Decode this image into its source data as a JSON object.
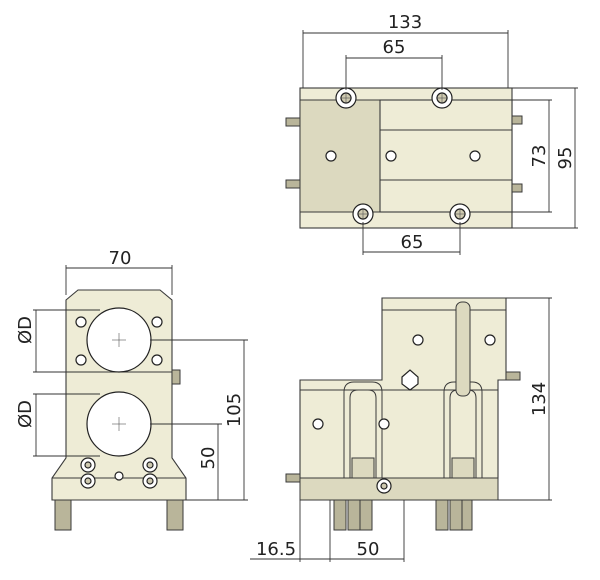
{
  "dimensions": {
    "top_width": "133",
    "top_bolt_spacing": "65",
    "bottom_bolt_spacing": "65",
    "height_inner": "73",
    "height_outer": "95",
    "front_width": "70",
    "bore_diameter_top": "ØD",
    "bore_diameter_bottom": "ØD",
    "front_height_total": "105",
    "front_height_lower": "50",
    "side_height": "134",
    "side_offset": "16.5",
    "side_spacing": "50"
  },
  "colors": {
    "body": "#eeecd6",
    "shade": "#dcd9bf",
    "line": "#3a3a3a"
  }
}
